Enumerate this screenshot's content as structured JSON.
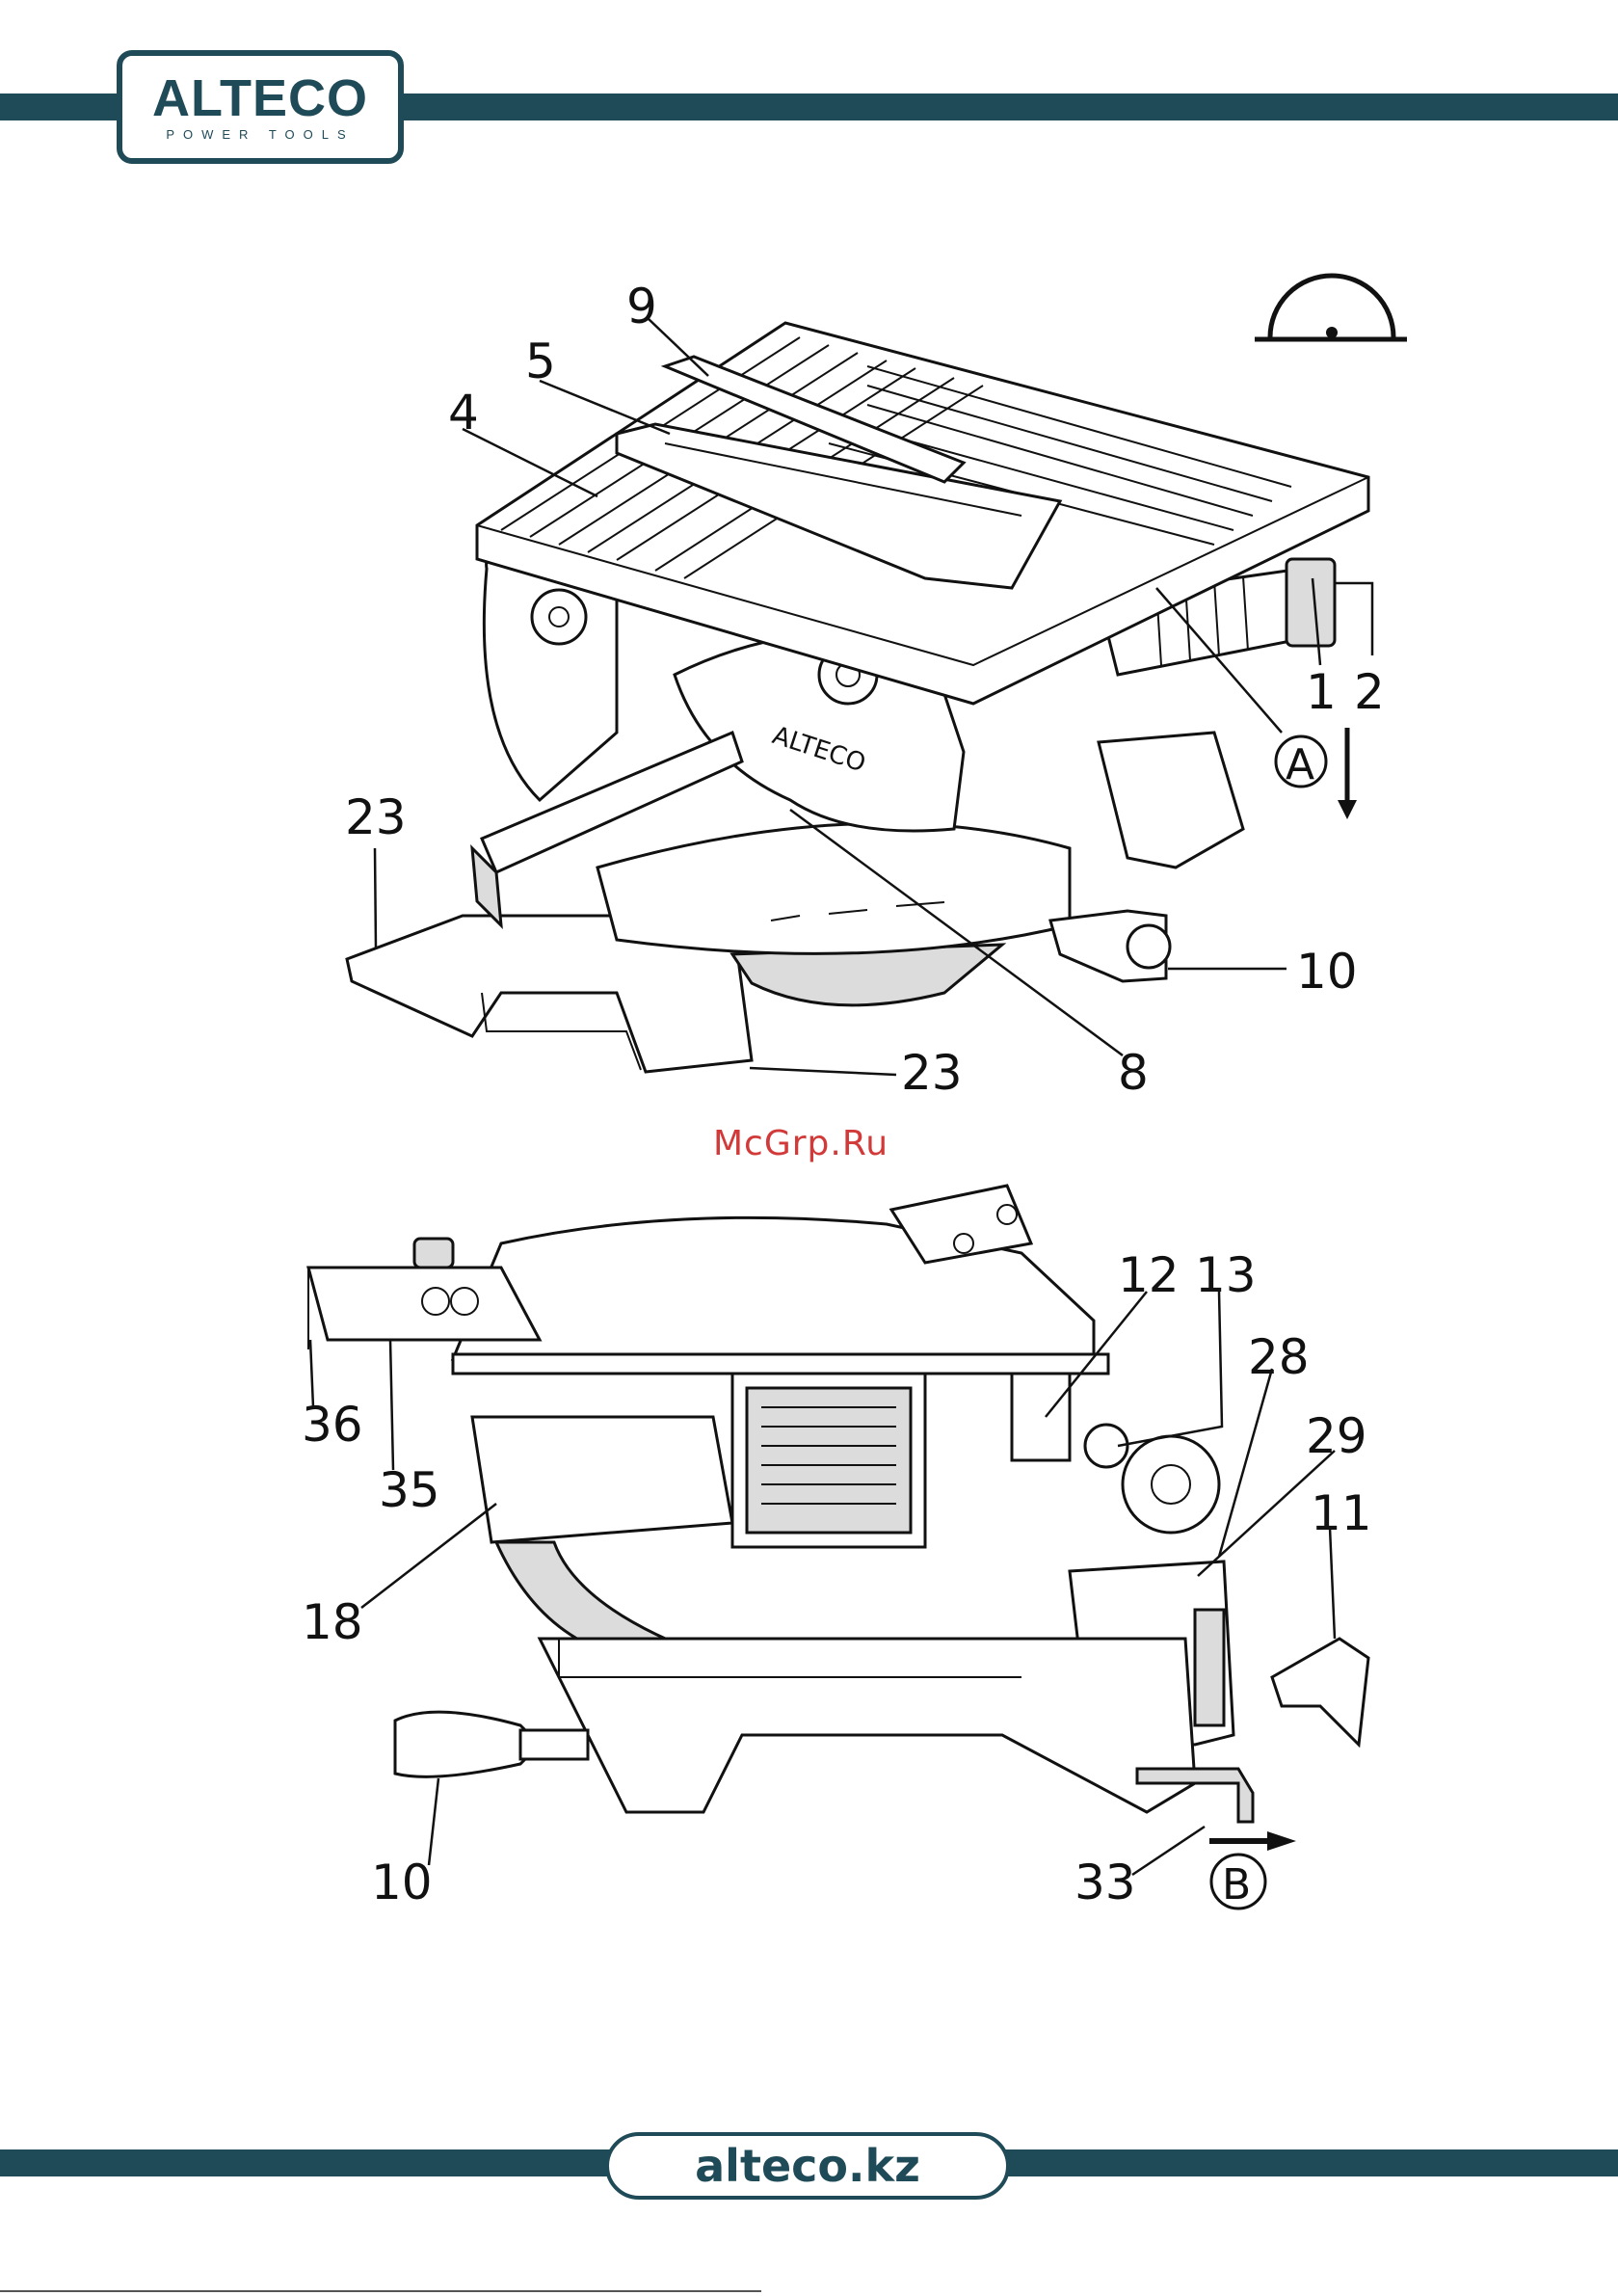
{
  "header": {
    "logo": "ALTECO",
    "logo_sub": "POWER TOOLS"
  },
  "watermark": "McGrp.Ru",
  "footer": {
    "website": "alteco.kz"
  },
  "figure_top": {
    "brand_on_housing": "ALTECO",
    "callouts": [
      "9",
      "5",
      "4",
      "23",
      "1",
      "2",
      "A",
      "10",
      "23",
      "8"
    ]
  },
  "figure_bottom": {
    "callouts": [
      "12",
      "13",
      "28",
      "29",
      "11",
      "36",
      "35",
      "18",
      "10",
      "33",
      "B"
    ]
  }
}
